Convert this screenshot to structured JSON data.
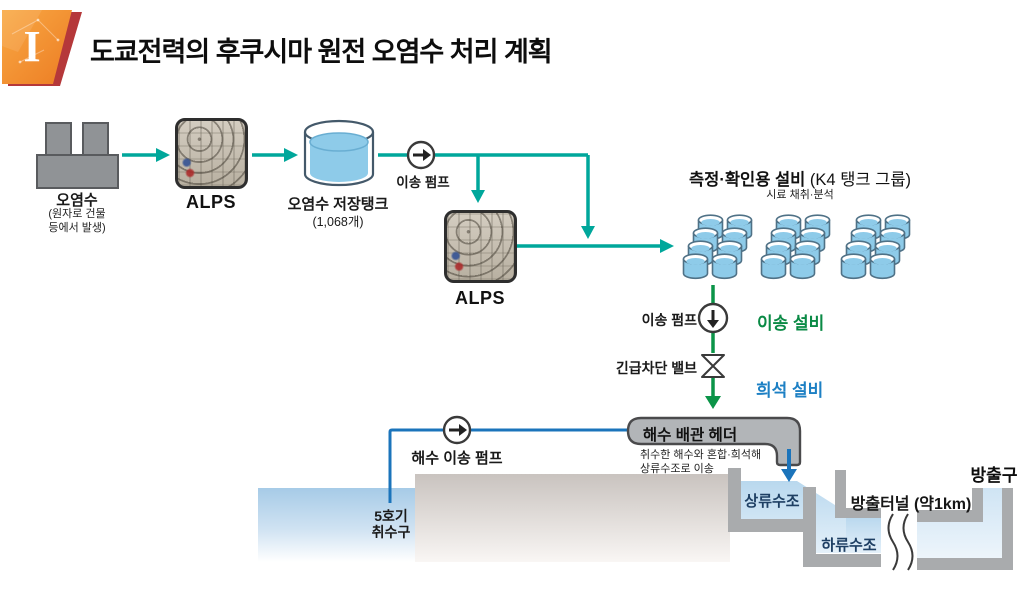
{
  "header": {
    "badge": "I",
    "title": "도쿄전력의 후쿠시마 원전 오염수 처리 계획"
  },
  "source": {
    "label": "오염수",
    "sub1": "(원자로 건물",
    "sub2": "등에서 발생)"
  },
  "alps1": {
    "label": "ALPS"
  },
  "storage": {
    "label": "오염수 저장탱크",
    "count": "(1,068개)"
  },
  "pump1": {
    "label": "이송 펌프"
  },
  "alps2": {
    "label": "ALPS"
  },
  "k4": {
    "title_bold": "측정·확인용 설비",
    "title_rest": " (K4 탱크 그룹)",
    "subtitle": "시료 채취·분석"
  },
  "transfer": {
    "pump_label": "이송 펌프",
    "facility": "이송 설비"
  },
  "valve": {
    "label": "긴급차단 밸브"
  },
  "dilution": {
    "facility": "희석 설비"
  },
  "seawater": {
    "pump_label": "해수 이송 펌프",
    "header_label": "해수 배관 헤더",
    "caption1": "취수한 해수와 혼합·희석해",
    "caption2": "상류수조로 이송"
  },
  "intake": {
    "line1": "5호기",
    "line2": "취수구"
  },
  "discharge": {
    "upstream": "상류수조",
    "downstream": "하류수조",
    "tunnel": "방출터널 (약1km)",
    "outlet": "방출구"
  },
  "colors": {
    "teal": "#00A79B",
    "green": "#0B9448",
    "green_text": "#0a8a45",
    "blue": "#1B74BB",
    "blue_text": "#1d80c4",
    "orange": "#F6921E",
    "tank_water": "#8ecbe9",
    "wall_gray": "#a9abad"
  }
}
